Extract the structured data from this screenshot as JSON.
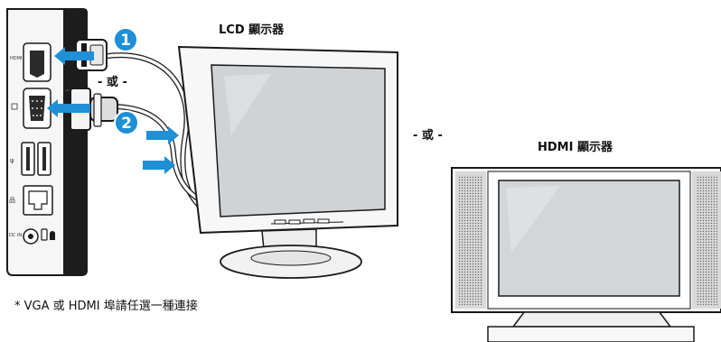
{
  "labels": {
    "lcd_monitor": "LCD 顯示器",
    "hdmi_monitor": "HDMI 顯示器",
    "or_top": "- 或 -",
    "or_middle": "- 或 -",
    "footnote": "* VGA 或 HDMI 埠請任選一種連接"
  },
  "badges": {
    "one": "1",
    "two": "2"
  },
  "colors": {
    "arrow": "#1f8fd6",
    "badge": "#1f8fd6",
    "outline": "#1a1a1a"
  }
}
